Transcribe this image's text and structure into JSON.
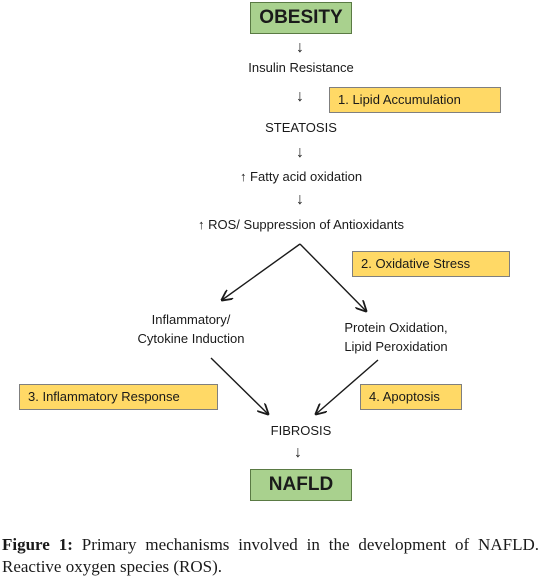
{
  "diagram": {
    "top_box": "OBESITY",
    "bottom_box": "NAFLD",
    "nodes": {
      "insulin": "Insulin Resistance",
      "steatosis": "STEATOSIS",
      "fatty_acid": "↑ Fatty acid oxidation",
      "ros": "↑ ROS/ Suppression of Antioxidants",
      "inflammatory_1": "Inflammatory/",
      "inflammatory_2": "Cytokine Induction",
      "protein_1": "Protein Oxidation,",
      "protein_2": "Lipid Peroxidation",
      "fibrosis": "FIBROSIS"
    },
    "mechanisms": [
      "1.  Lipid Accumulation",
      "2.  Oxidative Stress",
      "3.  Inflammatory Response",
      "4. Apoptosis"
    ],
    "colors": {
      "green": "#a9d18e",
      "yellow": "#ffd966"
    }
  },
  "caption": {
    "label": "Figure 1:",
    "text": " Primary mechanisms involved in the development of NAFLD. Reactive oxygen species (ROS)."
  }
}
